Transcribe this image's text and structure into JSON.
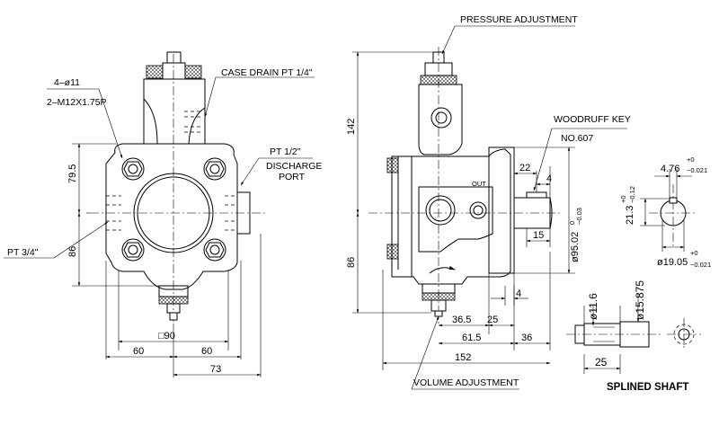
{
  "callouts": {
    "pressure_adjustment": "PRESSURE ADJUSTMENT",
    "case_drain": "CASE DRAIN PT 1/4\"",
    "holes": "4–ø11",
    "thread": "2–M12X1.75P",
    "pt_half": "PT 1/2\"",
    "discharge_1": "DISCHARGE",
    "discharge_2": "PORT",
    "pt_three_quarter": "PT 3/4\"",
    "woodruff_1": "WOODRUFF KEY",
    "woodruff_2": "NO.607",
    "out_label": "OUT",
    "volume_adjustment": "VOLUME ADJUSTMENT",
    "splined_shaft": "SPLINED SHAFT"
  },
  "dimensions": {
    "front_79_5": "79.5",
    "front_86": "86",
    "front_sq90": "□90",
    "front_60_left": "60",
    "front_60_right": "60",
    "front_73": "73",
    "side_142": "142",
    "side_86": "86",
    "side_22": "22",
    "side_4_top": "4",
    "side_15": "15",
    "side_4_bottom": "4",
    "side_36_5": "36.5",
    "side_25": "25",
    "side_61_5": "61.5",
    "side_36": "36",
    "side_152": "152",
    "pilot_dia": "ø95.02",
    "pilot_tol_upper": "0",
    "pilot_tol_lower": "−0.03",
    "key_width": "4.76",
    "key_width_tol_upper": "+0",
    "key_width_tol_lower": "−0.021",
    "key_height": "21.3",
    "key_height_tol_upper": "+0",
    "key_height_tol_lower": "−0.12",
    "shaft_dia": "ø19.05",
    "shaft_dia_tol_upper": "+0",
    "shaft_dia_tol_lower": "−0.021",
    "spline_dia_small": "ø11.6",
    "spline_dia_large": "ø15.875",
    "spline_25": "25"
  }
}
